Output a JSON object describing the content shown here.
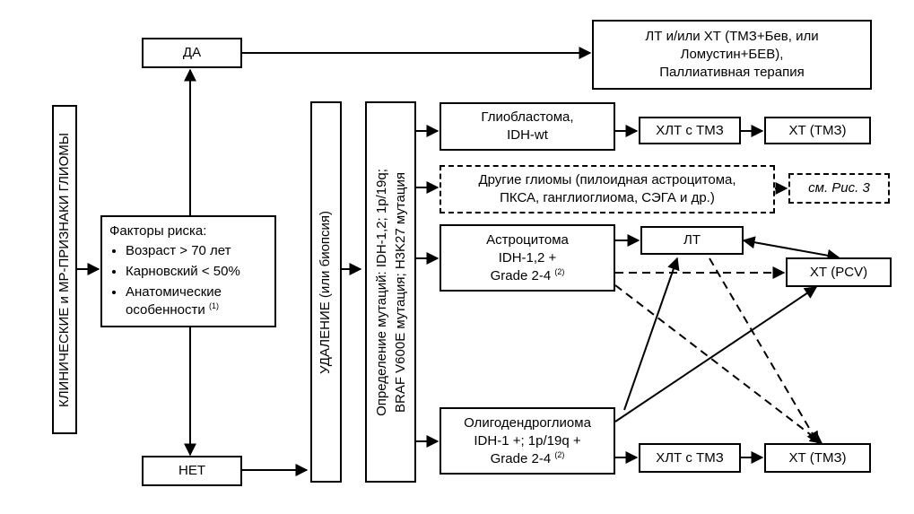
{
  "clinical": "КЛИНИЧЕСКИЕ и МР-ПРИЗНАКИ ГЛИОМЫ",
  "yes": "ДА",
  "no": "НЕТ",
  "palliative": {
    "line1": "ЛТ и/или ХТ (ТМЗ+Бев, или",
    "line2": "Ломустин+БЕВ),",
    "line3": "Паллиативная терапия"
  },
  "risk": {
    "title": "Факторы риска:",
    "items": [
      "Возраст > 70 лет",
      "Карновский < 50%",
      "Анатомические"
    ],
    "item3_cont": "особенности",
    "note": "(1)"
  },
  "removal": "УДАЛЕНИЕ (или биопсия)",
  "mutations": {
    "line1": "Определение мутаций: IDH-1,2; 1p/19q;",
    "line2": "BRAF V600E мутация; H3K27 мутация"
  },
  "glioblastoma": {
    "line1": "Глиобластома,",
    "line2": "IDH-wt"
  },
  "other": {
    "line1": "Другие глиомы (пилоидная астроцитома,",
    "line2": "ПКСА, ганглиоглиома, СЭГА и др.)"
  },
  "see_fig": "см. Рис. 3",
  "astro": {
    "line1": "Астроцитома",
    "line2": "IDH-1,2 +",
    "line3": "Grade 2-4",
    "note": "(2)"
  },
  "oligo": {
    "line1": "Олигодендроглиома",
    "line2": "IDH-1 +; 1p/19q +",
    "line3": "Grade 2-4",
    "note": "(2)"
  },
  "chemoradio_1": "ХЛТ с ТМЗ",
  "chemo_tmz_1": "ХТ (ТМЗ)",
  "radio": "ЛТ",
  "chemo_pcv": "ХТ (PCV)",
  "chemoradio_2": "ХЛТ с ТМЗ",
  "chemo_tmz_2": "ХТ (ТМЗ)"
}
